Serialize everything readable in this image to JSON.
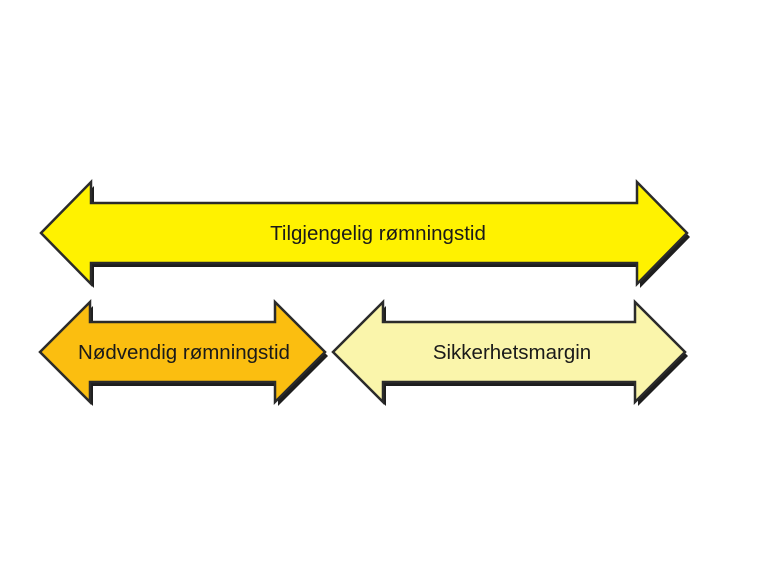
{
  "diagram": {
    "background_color": "#FFFFFF",
    "outline_color": "#2B2B2B",
    "shadow_color": "#1E1E1E",
    "label_color": "#1A1A1A",
    "arrows": [
      {
        "label": "Tilgjengelig rømningstid",
        "color": "#FFF200"
      },
      {
        "label": "Nødvendig rømningstid",
        "color": "#FBBE10"
      },
      {
        "label": "Sikkerhetsmargin",
        "color": "#FAF5AB"
      }
    ]
  }
}
